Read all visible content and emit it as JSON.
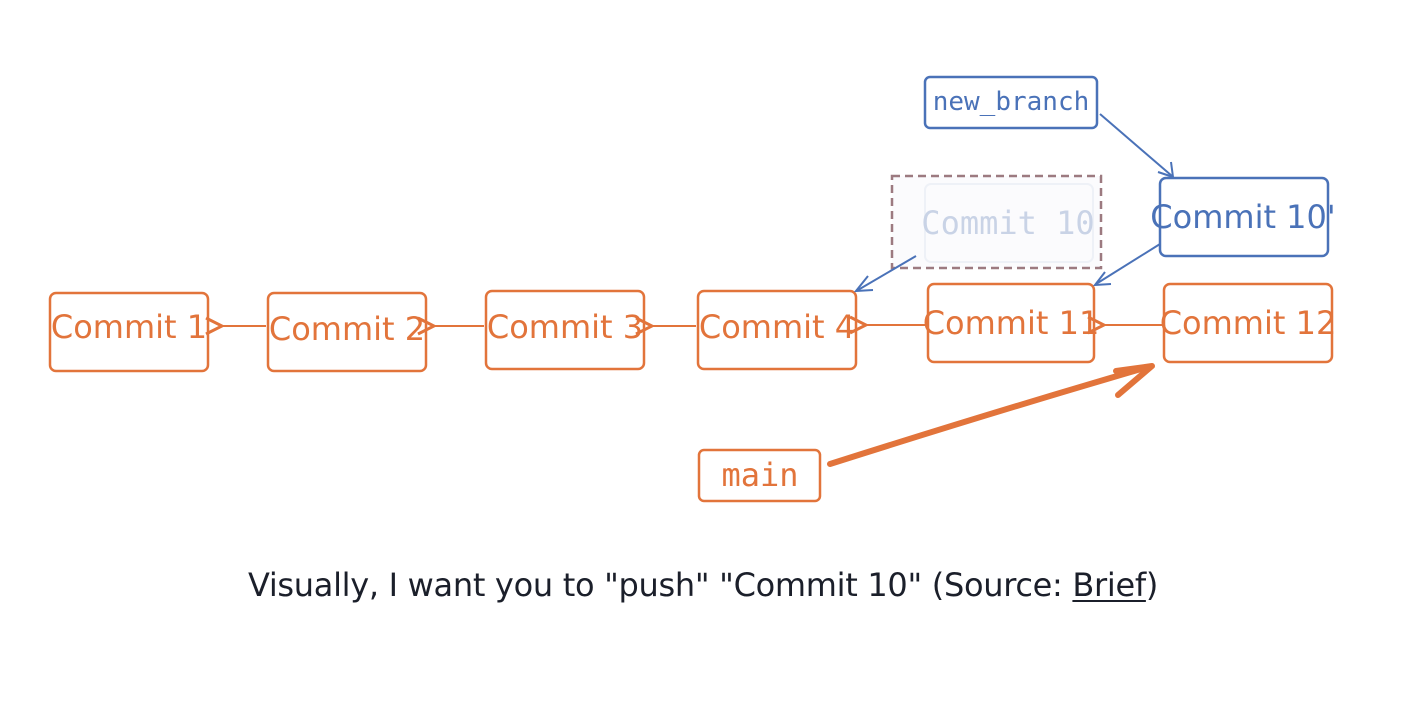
{
  "colors": {
    "orange": "#e2743b",
    "blue": "#4a72b8",
    "ghost_text": "#c9d3e6",
    "dashed": "#9c7a80",
    "caption": "#1b1f2a"
  },
  "diagram": {
    "commits": {
      "c1": "Commit 1",
      "c2": "Commit 2",
      "c3": "Commit 3",
      "c4": "Commit 4",
      "c11": "Commit 11",
      "c12": "Commit 12"
    },
    "ghost_commit": "Commit 10",
    "new_commit": "Commit 10'",
    "branch_label": "new_branch",
    "main_label": "main"
  },
  "caption": {
    "text": "Visually, I want you to \"push\" \"Commit 10\" (Source: ",
    "link": "Brief",
    "end": ")"
  }
}
